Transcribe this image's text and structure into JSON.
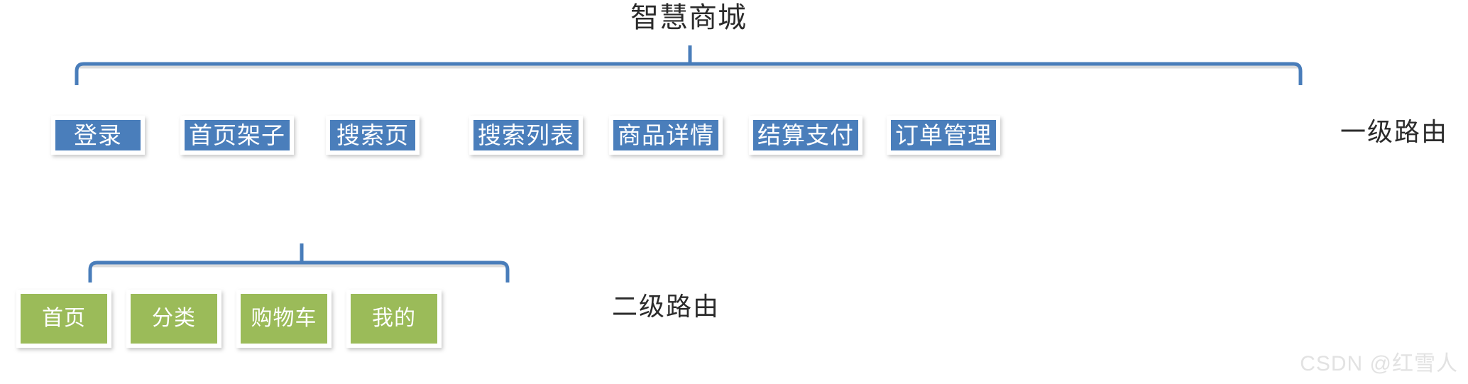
{
  "diagram": {
    "title": "智慧商城",
    "type": "tree",
    "colors": {
      "level1_fill": "#4a7ebb",
      "level2_fill": "#9bbb59",
      "connector": "#497dba",
      "box_frame": "#ffffff",
      "text_on_box": "#ffffff",
      "label_text": "#2b2b2b",
      "watermark": "#e2e2e2",
      "background": "#ffffff"
    }
  },
  "level1": {
    "label": "一级路由",
    "nodes": [
      {
        "label": "登录"
      },
      {
        "label": "首页架子"
      },
      {
        "label": "搜索页"
      },
      {
        "label": "搜索列表"
      },
      {
        "label": "商品详情"
      },
      {
        "label": "结算支付"
      },
      {
        "label": "订单管理"
      }
    ]
  },
  "level2": {
    "label": "二级路由",
    "parent": "首页架子",
    "nodes": [
      {
        "label": "首页"
      },
      {
        "label": "分类"
      },
      {
        "label": "购物车"
      },
      {
        "label": "我的"
      }
    ]
  },
  "watermark": {
    "text": "CSDN @红雪人"
  }
}
